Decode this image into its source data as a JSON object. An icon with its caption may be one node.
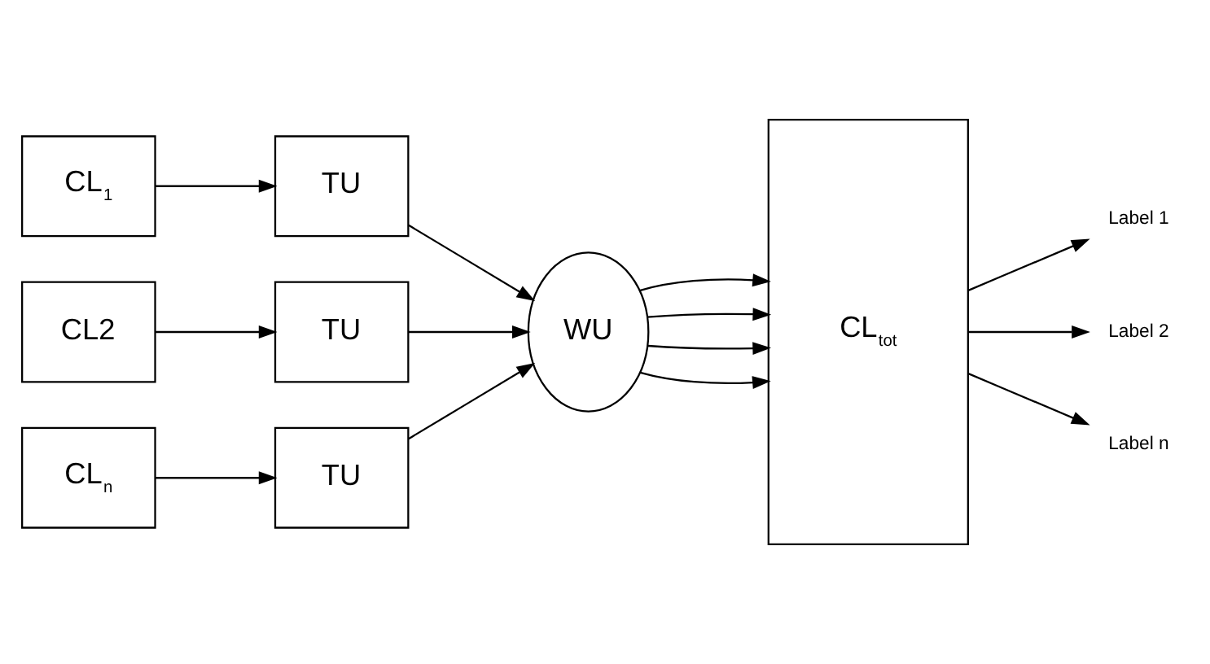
{
  "diagram": {
    "nodes": [
      {
        "text": [
          "CL$_{1}$"
        ]
      },
      {
        "text": [
          "CL2"
        ]
      },
      {
        "text": [
          "CL$_{n}$"
        ]
      },
      {
        "text": [
          "TU"
        ]
      },
      {
        "text": [
          "TU"
        ]
      },
      {
        "text": [
          "TU"
        ]
      },
      {
        "text": [
          "WU"
        ]
      },
      {
        "text": [
          "CL$_{tot}$"
        ]
      },
      {
        "text": [
          "Label 1"
        ]
      },
      {
        "text": [
          "Label 2"
        ]
      },
      {
        "text": [
          "Label n"
        ]
      }
    ],
    "edges": [
      {
        "from": 0,
        "to": 3,
        "arrow": "to"
      },
      {
        "from": 1,
        "to": 4,
        "arrow": "to"
      },
      {
        "from": 2,
        "to": 5,
        "arrow": "to"
      },
      {
        "from": 3,
        "to": 6,
        "arrow": "to"
      },
      {
        "from": 4,
        "to": 6,
        "arrow": "to"
      },
      {
        "from": 5,
        "to": 6,
        "arrow": "to"
      },
      {
        "from": 6,
        "to": 7,
        "arrow": "to"
      },
      {
        "from": 6,
        "to": 7,
        "arrow": "to"
      },
      {
        "from": 6,
        "to": 7,
        "arrow": "to"
      },
      {
        "from": 6,
        "to": 7,
        "arrow": "to"
      },
      {
        "from": 7,
        "to": 8,
        "arrow": "to"
      },
      {
        "from": 7,
        "to": 9,
        "arrow": "to"
      },
      {
        "from": 7,
        "to": 10,
        "arrow": "to"
      }
    ]
  }
}
